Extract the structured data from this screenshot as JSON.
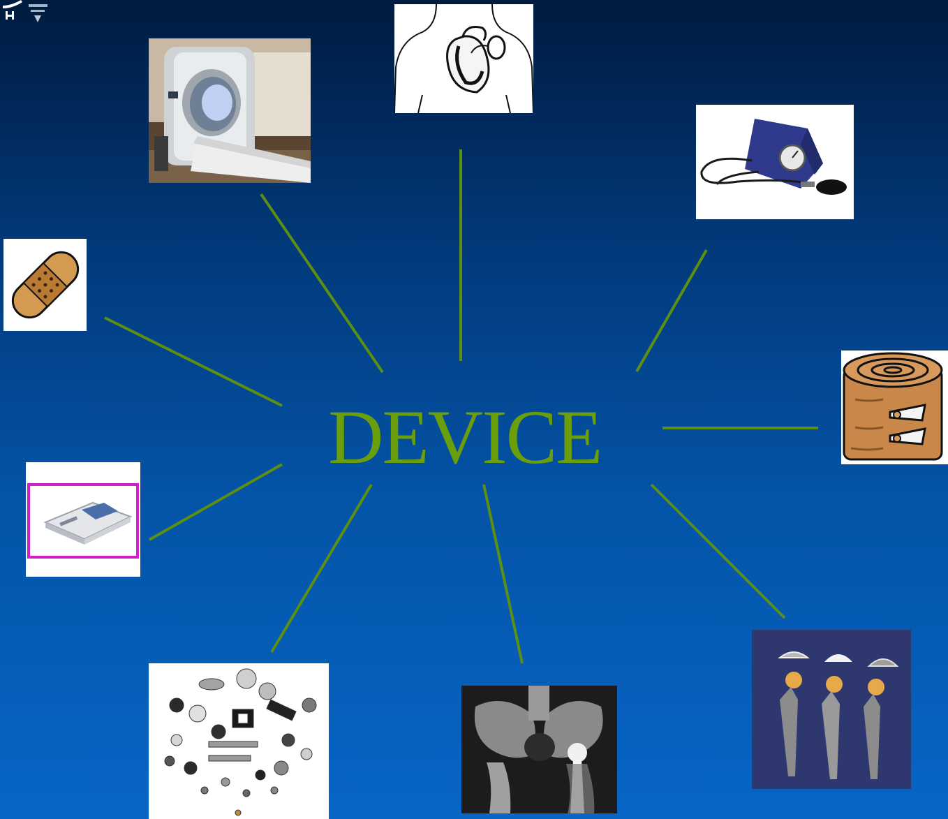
{
  "diagram": {
    "center_label": "DEVICE",
    "line_color": "#5c8f12",
    "label_color": "#6a9e0a",
    "background_top": "#001b3f",
    "background_bottom": "#0766c6",
    "pictures": [
      {
        "name": "mri-scanner-photo",
        "depicts": "mri-scanner"
      },
      {
        "name": "pacemaker-illustration",
        "depicts": "pacemaker-in-chest"
      },
      {
        "name": "blood-pressure-cuff-photo",
        "depicts": "sphygmomanometer"
      },
      {
        "name": "bandage-icon",
        "depicts": "adhesive-bandage"
      },
      {
        "name": "elastic-bandage-icon",
        "depicts": "elastic-bandage-roll"
      },
      {
        "name": "monitor-device-photo",
        "depicts": "electronic-monitor"
      },
      {
        "name": "implant-parts-photo",
        "depicts": "orthopedic-implant-components"
      },
      {
        "name": "hip-xray-photo",
        "depicts": "hip-replacement-x-ray"
      },
      {
        "name": "hip-implants-photo",
        "depicts": "hip-prostheses"
      }
    ]
  }
}
